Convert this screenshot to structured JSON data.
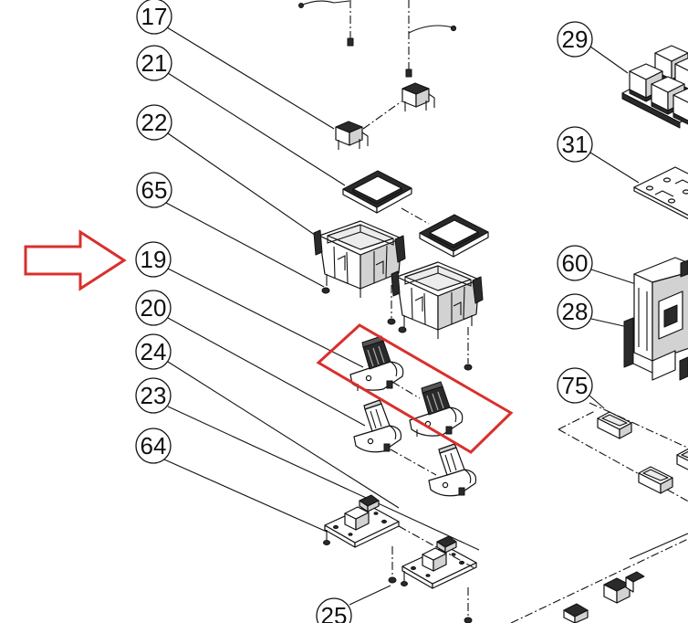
{
  "callouts": {
    "left": [
      "17",
      "21",
      "22",
      "65",
      "19",
      "20",
      "24",
      "23",
      "64",
      "25"
    ],
    "right": [
      "29",
      "31",
      "60",
      "28",
      "75"
    ]
  },
  "colors": {
    "highlight": "#d9302c",
    "ink": "#111111",
    "part_dark": "#2a2a2a"
  }
}
